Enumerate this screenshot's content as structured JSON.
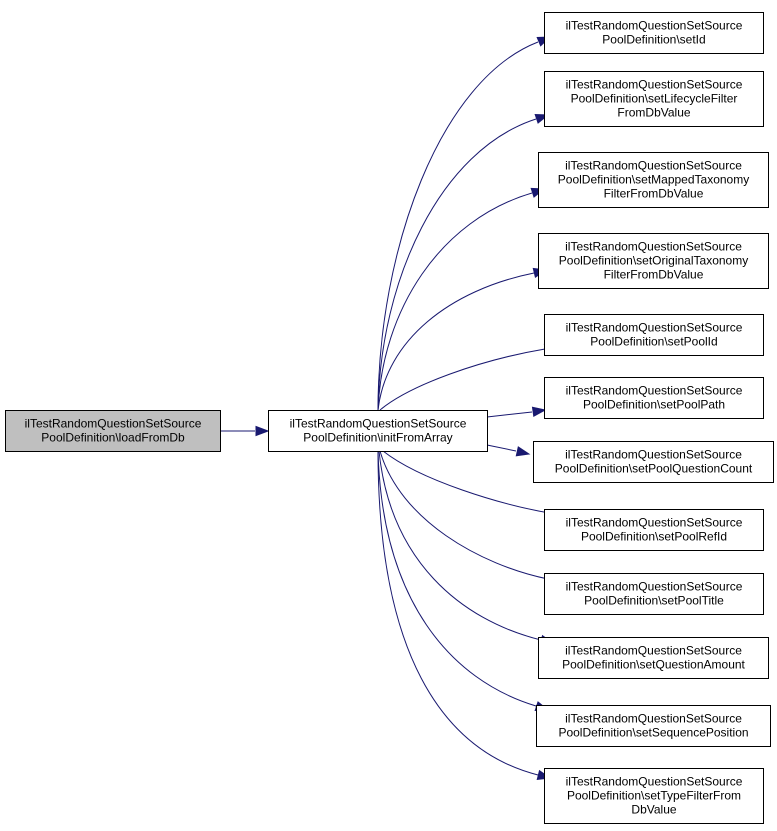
{
  "nodes": [
    {
      "id": "root",
      "lines": [
        "ilTestRandomQuestionSetSource",
        "PoolDefinition\\loadFromDb"
      ],
      "highlighted": true
    },
    {
      "id": "init",
      "lines": [
        "ilTestRandomQuestionSetSource",
        "PoolDefinition\\initFromArray"
      ]
    },
    {
      "id": "setId",
      "lines": [
        "ilTestRandomQuestionSetSource",
        "PoolDefinition\\setId"
      ]
    },
    {
      "id": "setLifecycle",
      "lines": [
        "ilTestRandomQuestionSetSource",
        "PoolDefinition\\setLifecycleFilter",
        "FromDbValue"
      ]
    },
    {
      "id": "setMapped",
      "lines": [
        "ilTestRandomQuestionSetSource",
        "PoolDefinition\\setMappedTaxonomy",
        "FilterFromDbValue"
      ]
    },
    {
      "id": "setOriginal",
      "lines": [
        "ilTestRandomQuestionSetSource",
        "PoolDefinition\\setOriginalTaxonomy",
        "FilterFromDbValue"
      ]
    },
    {
      "id": "setPoolId",
      "lines": [
        "ilTestRandomQuestionSetSource",
        "PoolDefinition\\setPoolId"
      ]
    },
    {
      "id": "setPoolPath",
      "lines": [
        "ilTestRandomQuestionSetSource",
        "PoolDefinition\\setPoolPath"
      ]
    },
    {
      "id": "setPoolQuestionCount",
      "lines": [
        "ilTestRandomQuestionSetSource",
        "PoolDefinition\\setPoolQuestionCount"
      ]
    },
    {
      "id": "setPoolRefId",
      "lines": [
        "ilTestRandomQuestionSetSource",
        "PoolDefinition\\setPoolRefId"
      ]
    },
    {
      "id": "setPoolTitle",
      "lines": [
        "ilTestRandomQuestionSetSource",
        "PoolDefinition\\setPoolTitle"
      ]
    },
    {
      "id": "setQuestionAmount",
      "lines": [
        "ilTestRandomQuestionSetSource",
        "PoolDefinition\\setQuestionAmount"
      ]
    },
    {
      "id": "setSequencePosition",
      "lines": [
        "ilTestRandomQuestionSetSource",
        "PoolDefinition\\setSequencePosition"
      ]
    },
    {
      "id": "setTypeFilter",
      "lines": [
        "ilTestRandomQuestionSetSource",
        "PoolDefinition\\setTypeFilterFrom",
        "DbValue"
      ]
    }
  ],
  "edges": [
    {
      "from": "root",
      "to": "init"
    },
    {
      "from": "init",
      "to": "setId"
    },
    {
      "from": "init",
      "to": "setLifecycle"
    },
    {
      "from": "init",
      "to": "setMapped"
    },
    {
      "from": "init",
      "to": "setOriginal"
    },
    {
      "from": "init",
      "to": "setPoolId"
    },
    {
      "from": "init",
      "to": "setPoolPath"
    },
    {
      "from": "init",
      "to": "setPoolQuestionCount"
    },
    {
      "from": "init",
      "to": "setPoolRefId"
    },
    {
      "from": "init",
      "to": "setPoolTitle"
    },
    {
      "from": "init",
      "to": "setQuestionAmount"
    },
    {
      "from": "init",
      "to": "setSequencePosition"
    },
    {
      "from": "init",
      "to": "setTypeFilter"
    }
  ],
  "colors": {
    "edge": "#191970",
    "highlighted_node": "#bfbfbf",
    "node": "#ffffff",
    "border": "#000000"
  }
}
